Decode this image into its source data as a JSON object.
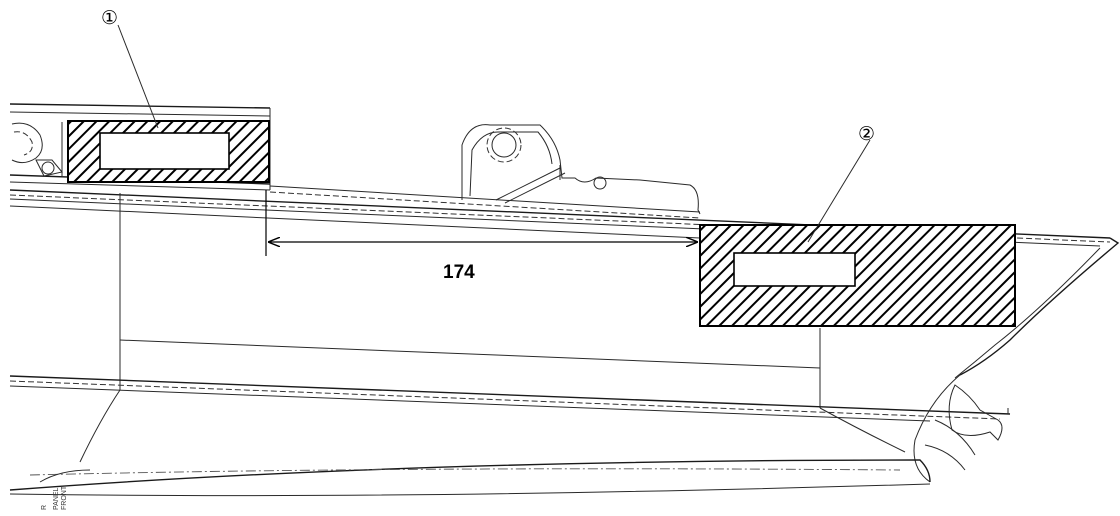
{
  "callouts": [
    {
      "id": "1",
      "label": "①"
    },
    {
      "id": "2",
      "label": "②"
    }
  ],
  "dimension": {
    "value": "174"
  },
  "edge_text": {
    "line1": "PANEL",
    "line2": "FRONT",
    "marker": "R"
  }
}
